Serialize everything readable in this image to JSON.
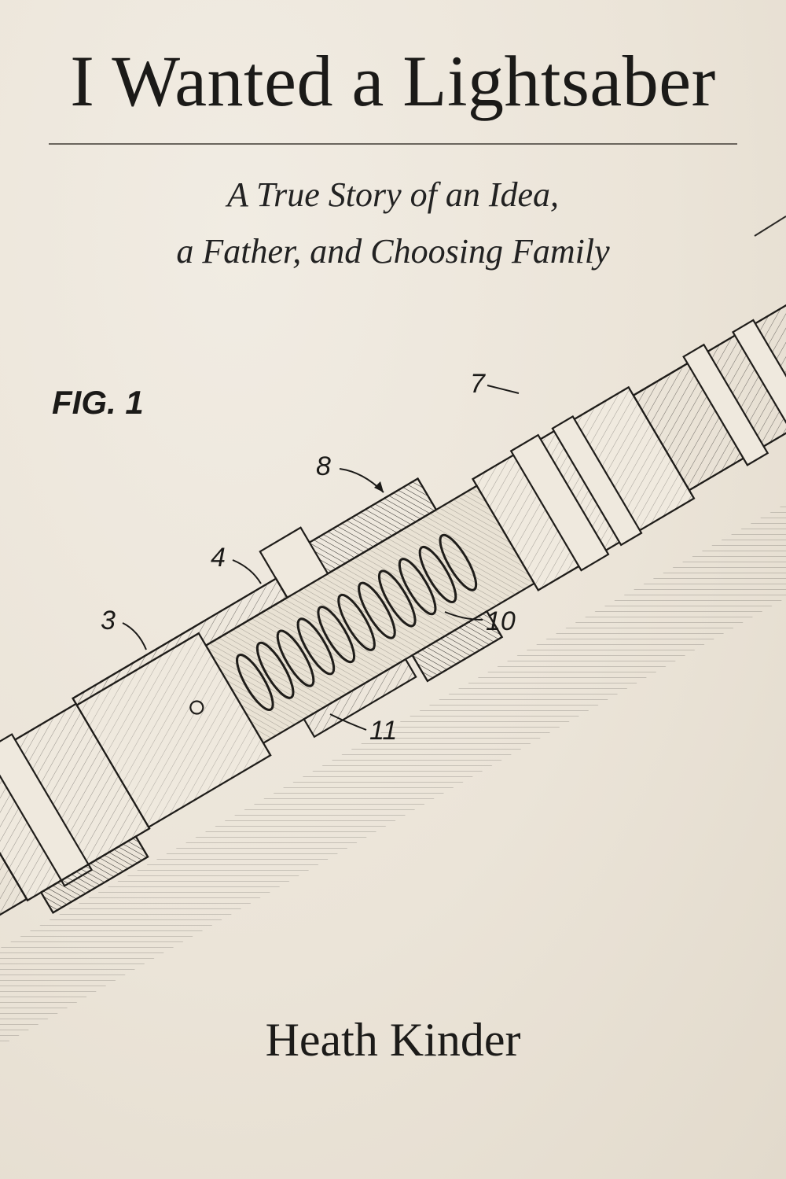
{
  "cover": {
    "title": "I Wanted a Lightsaber",
    "subtitle_line1": "A True Story of an Idea,",
    "subtitle_line2": "a Father, and Choosing Family",
    "author": "Heath Kinder"
  },
  "illustration": {
    "figure_label": "FIG. 1",
    "callouts": [
      "7",
      "8",
      "4",
      "3",
      "10",
      "11"
    ]
  },
  "colors": {
    "paper": "#ece6db",
    "ink": "#1b1a18"
  }
}
